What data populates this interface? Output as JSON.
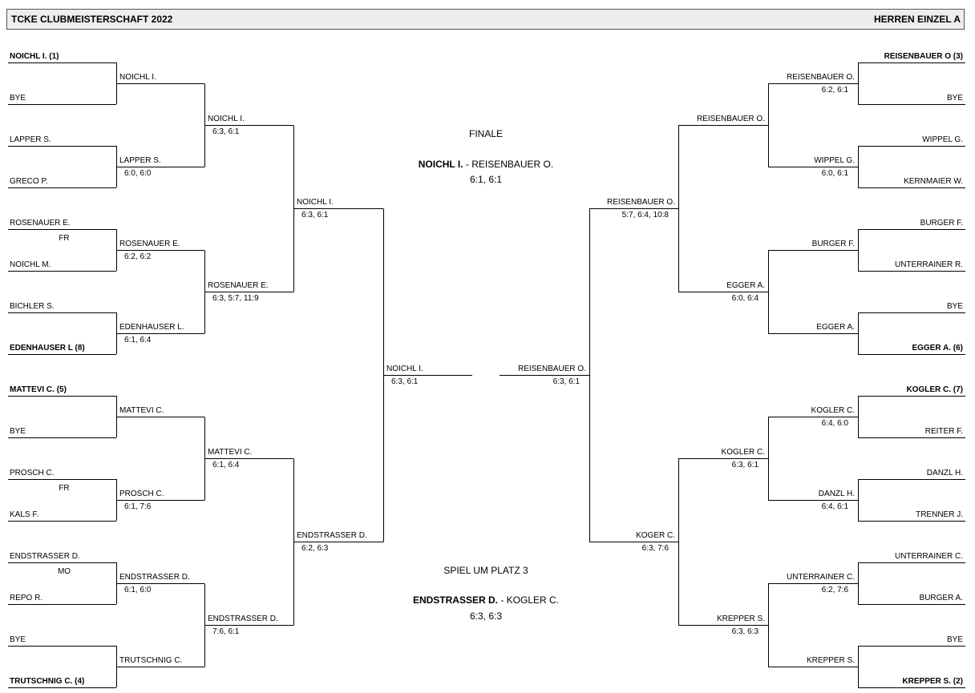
{
  "header": {
    "title": "TCKE CLUBMEISTERSCHAFT 2022",
    "category": "HERREN EINZEL A"
  },
  "left": {
    "r1": [
      "NOICHL I. (1)",
      "BYE",
      "LAPPER S.",
      "GRECO P.",
      "ROSENAUER E.",
      "NOICHL M.",
      "BICHLER S.",
      "EDENHAUSER L (8)",
      "MATTEVI C. (5)",
      "BYE",
      "PROSCH C.",
      "KALS F.",
      "ENDSTRASSER D.",
      "REPO R.",
      "BYE",
      "TRUTSCHNIG C. (4)"
    ],
    "r2": [
      {
        "name": "NOICHL I.",
        "score": ""
      },
      {
        "name": "LAPPER S.",
        "score": "6:0, 6:0"
      },
      {
        "name": "ROSENAUER E.",
        "score": "6:2, 6:2"
      },
      {
        "name": "EDENHAUSER L.",
        "score": "6:1, 6:4"
      },
      {
        "name": "MATTEVI C.",
        "score": ""
      },
      {
        "name": "PROSCH C.",
        "score": "6:1, 7:6"
      },
      {
        "name": "ENDSTRASSER D.",
        "score": "6:1, 6:0"
      },
      {
        "name": "TRUTSCHNIG C.",
        "score": ""
      }
    ],
    "r3": [
      {
        "name": "NOICHL I.",
        "score": "6:3, 6:1"
      },
      {
        "name": "ROSENAUER E.",
        "score": "6:3, 5:7, 11:9"
      },
      {
        "name": "MATTEVI C.",
        "score": "6:1, 6:4"
      },
      {
        "name": "ENDSTRASSER D.",
        "score": "7:6, 6:1"
      }
    ],
    "r4": [
      {
        "name": "NOICHL I.",
        "score": "6:3, 6:1"
      },
      {
        "name": "ENDSTRASSER D.",
        "score": "6:2, 6:3"
      }
    ],
    "r5": {
      "name": "NOICHL I.",
      "score": "6:3, 6:1"
    },
    "notes": [
      "FR",
      "FR",
      "MO"
    ]
  },
  "right": {
    "r1": [
      "REISENBAUER O (3)",
      "BYE",
      "WIPPEL G.",
      "KERNMAIER W.",
      "BURGER F.",
      "UNTERRAINER R.",
      "BYE",
      "EGGER A. (6)",
      "KOGLER C. (7)",
      "REITER F.",
      "DANZL H.",
      "TRENNER J.",
      "UNTERRAINER C.",
      "BURGER A.",
      "BYE",
      "KREPPER S. (2)"
    ],
    "r2": [
      {
        "name": "REISENBAUER O.",
        "score": "6:2, 6:1"
      },
      {
        "name": "WIPPEL G.",
        "score": "6:0, 6:1"
      },
      {
        "name": "BURGER F.",
        "score": ""
      },
      {
        "name": "EGGER A.",
        "score": ""
      },
      {
        "name": "KOGLER C.",
        "score": "6:4, 6:0"
      },
      {
        "name": "DANZL H.",
        "score": "6:4, 6:1"
      },
      {
        "name": "UNTERRAINER C.",
        "score": "6:2, 7:6"
      },
      {
        "name": "KREPPER S.",
        "score": ""
      }
    ],
    "r3": [
      {
        "name": "REISENBAUER O.",
        "score": ""
      },
      {
        "name": "EGGER A.",
        "score": "6:0, 6:4"
      },
      {
        "name": "KOGLER C.",
        "score": "6:3, 6:1"
      },
      {
        "name": "KREPPER S.",
        "score": "6:3, 6:3"
      }
    ],
    "r4": [
      {
        "name": "REISENBAUER O.",
        "score": "5:7, 6:4, 10:8"
      },
      {
        "name": "KOGER C.",
        "score": "6:3, 7:6"
      }
    ],
    "r5": {
      "name": "REISENBAUER O.",
      "score": "6:3, 6:1"
    }
  },
  "finale": {
    "label": "FINALE",
    "winner": "NOICHL I.",
    "sep": " - ",
    "loser": "REISENBAUER O.",
    "score": "6:1, 6:1"
  },
  "third": {
    "label": "SPIEL UM PLATZ  3",
    "winner": "ENDSTRASSER D.",
    "sep": " - ",
    "loser": "KOGLER C.",
    "score": "6:3, 6:3"
  }
}
